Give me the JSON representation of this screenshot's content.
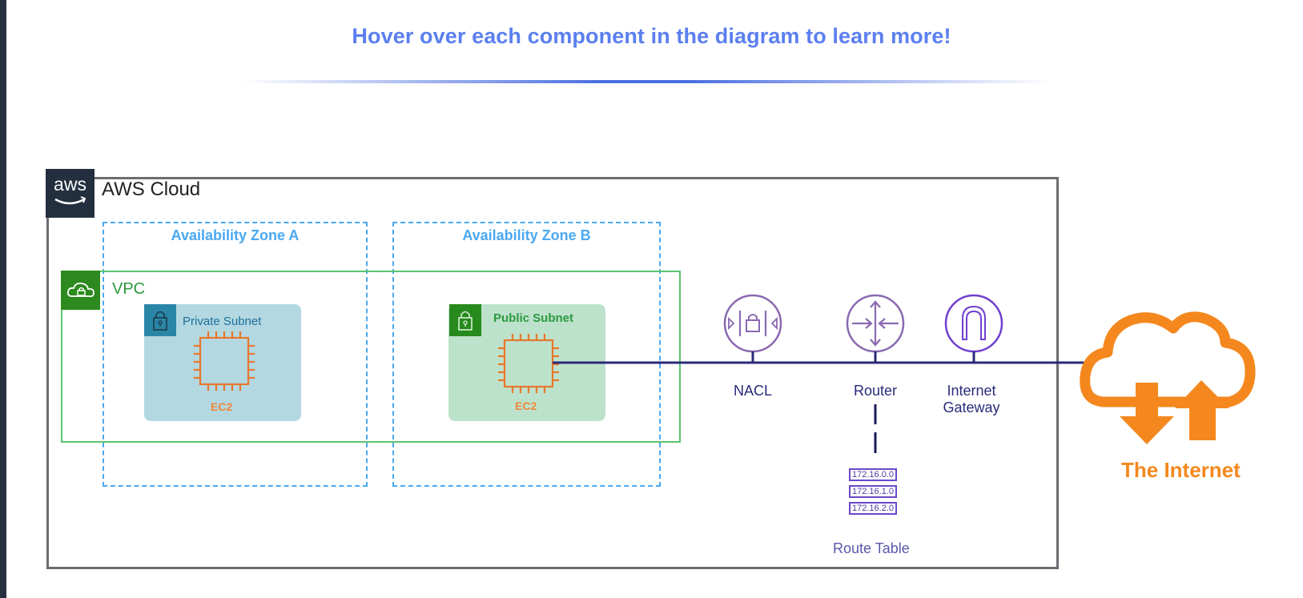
{
  "header": {
    "instruction": "Hover over each component in the diagram to learn more!"
  },
  "diagram": {
    "aws_cloud": {
      "logo_text": "aws",
      "label": "AWS Cloud"
    },
    "availability_zones": [
      {
        "label": "Availability Zone A"
      },
      {
        "label": "Availability Zone B"
      }
    ],
    "vpc": {
      "label": "VPC"
    },
    "subnets": [
      {
        "label": "Private Subnet",
        "instance": "EC2"
      },
      {
        "label": "Public Subnet",
        "instance": "EC2"
      }
    ],
    "network_components": [
      {
        "label": "NACL",
        "icon": "nacl-icon"
      },
      {
        "label": "Router",
        "icon": "router-icon"
      },
      {
        "label": "Internet Gateway",
        "icon": "internet-gateway-icon"
      }
    ],
    "route_table": {
      "label": "Route Table",
      "entries": [
        "172.16.0.0",
        "172.16.1.0",
        "172.16.2.0"
      ]
    },
    "internet": {
      "label": "The Internet",
      "icon": "cloud-upload-download-icon"
    },
    "colors": {
      "headline": "#5b7ff0",
      "az_border": "#4aa8f0",
      "vpc_border": "#5ac46e",
      "ec2": "#f08838",
      "network_line": "#2a2a7a",
      "internet": "#f4881e"
    }
  }
}
